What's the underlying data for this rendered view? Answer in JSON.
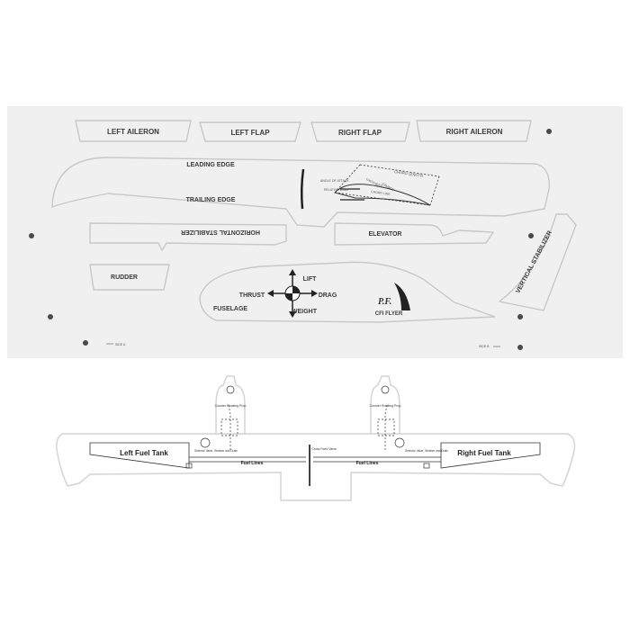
{
  "sheet": {
    "tabs": {
      "left_aileron": "LEFT AILERON",
      "left_flap": "LEFT FLAP",
      "right_flap": "RIGHT FLAP",
      "right_aileron": "RIGHT AILERON"
    },
    "wing": {
      "leading_edge": "LEADING EDGE",
      "trailing_edge": "TRAILING EDGE",
      "chord_length": "CHORD LENGTH",
      "angle_of_attack": "ANGLE OF ATTACK",
      "relative_wind": "RELATIVE WIND",
      "thickness": "THICKNESS",
      "camber": "CAMBER",
      "chord_line": "CHORD LINE"
    },
    "horizontal_stabilizer": "HORIZONTAL STABILIZER",
    "elevator": "ELEVATOR",
    "vertical_stabilizer": "VERTICAL STABILIZER",
    "rudder": "RUDDER",
    "fuselage": "FUSELAGE",
    "forces": {
      "lift": "LIFT",
      "thrust": "THRUST",
      "drag": "DRAG",
      "weight": "WEIGHT"
    },
    "brand": {
      "logo": "P.F.",
      "subtitle": "CFI FLYER"
    },
    "sideA": "SIDE A",
    "sideB": "SIDE B"
  },
  "fuel": {
    "left_tank": "Left Fuel Tank",
    "right_tank": "Right Fuel Tank",
    "counter_rotating_prop": "Counter Rotating Prop",
    "selector_valve": "Selector Valve, Strainer and Drain",
    "fuel_lines": "Fuel Lines",
    "cross_feed_valve": "Cross Feed Valve"
  }
}
